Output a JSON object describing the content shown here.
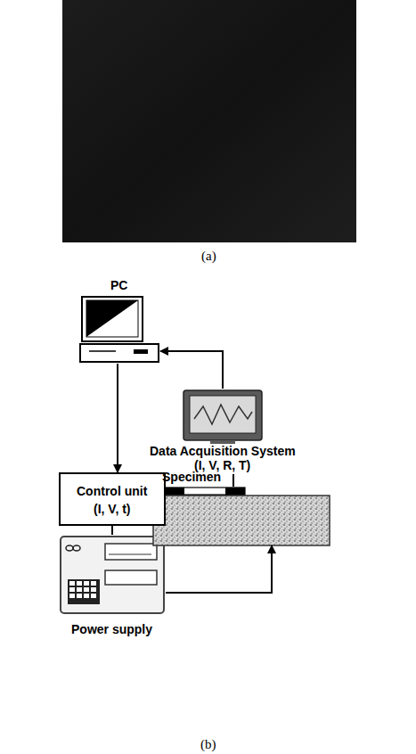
{
  "diagram": {
    "nodes": [
      {
        "text": [
          "PC"
        ]
      },
      {
        "text": [
          "Data Acquisition System",
          "(I, V, R, T)"
        ]
      },
      {
        "text": [
          "Control unit",
          "(I, V, t)"
        ]
      },
      {
        "text": [
          "Specimen"
        ]
      },
      {
        "text": [
          "Power supply"
        ]
      }
    ],
    "edges": [
      {
        "from": 0,
        "to": 2,
        "arrow": "to"
      },
      {
        "from": 1,
        "to": 0,
        "arrow": "to"
      },
      {
        "from": 2,
        "to": 4,
        "arrow": "none"
      },
      {
        "from": 4,
        "to": 3,
        "arrow": "to"
      },
      {
        "from": 3,
        "to": 1,
        "arrow": "none"
      }
    ],
    "labels": [
      "(a)",
      "(b)"
    ]
  }
}
